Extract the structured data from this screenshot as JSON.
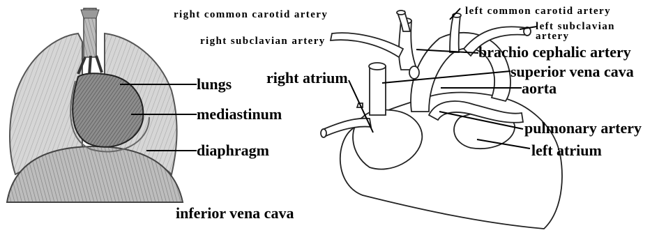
{
  "left_figure": {
    "labels": {
      "lungs": "lungs",
      "mediastinum": "mediastinum",
      "diaphragm": "diaphragm",
      "inferior_vena_cava": "inferior vena cava"
    }
  },
  "right_figure": {
    "labels": {
      "right_common_carotid": "right common carotid artery",
      "left_common_carotid": "left common carotid artery",
      "left_subclavian_1": "left subclavian",
      "left_subclavian_2": "artery",
      "right_subclavian": "right subclavian artery",
      "brachiocephalic": "brachio cephalic artery",
      "right_atrium": "right atrium",
      "superior_vena_cava": "superior vena cava",
      "aorta": "aorta",
      "pulmonary_artery": "pulmonary artery",
      "left_atrium": "left atrium"
    }
  },
  "colors": {
    "ink": "#000000",
    "background": "#ffffff",
    "lung_shade": "#cfcfcf",
    "diaphragm_shade": "#bdbdbd",
    "heart_shade": "#9a9a9a"
  }
}
